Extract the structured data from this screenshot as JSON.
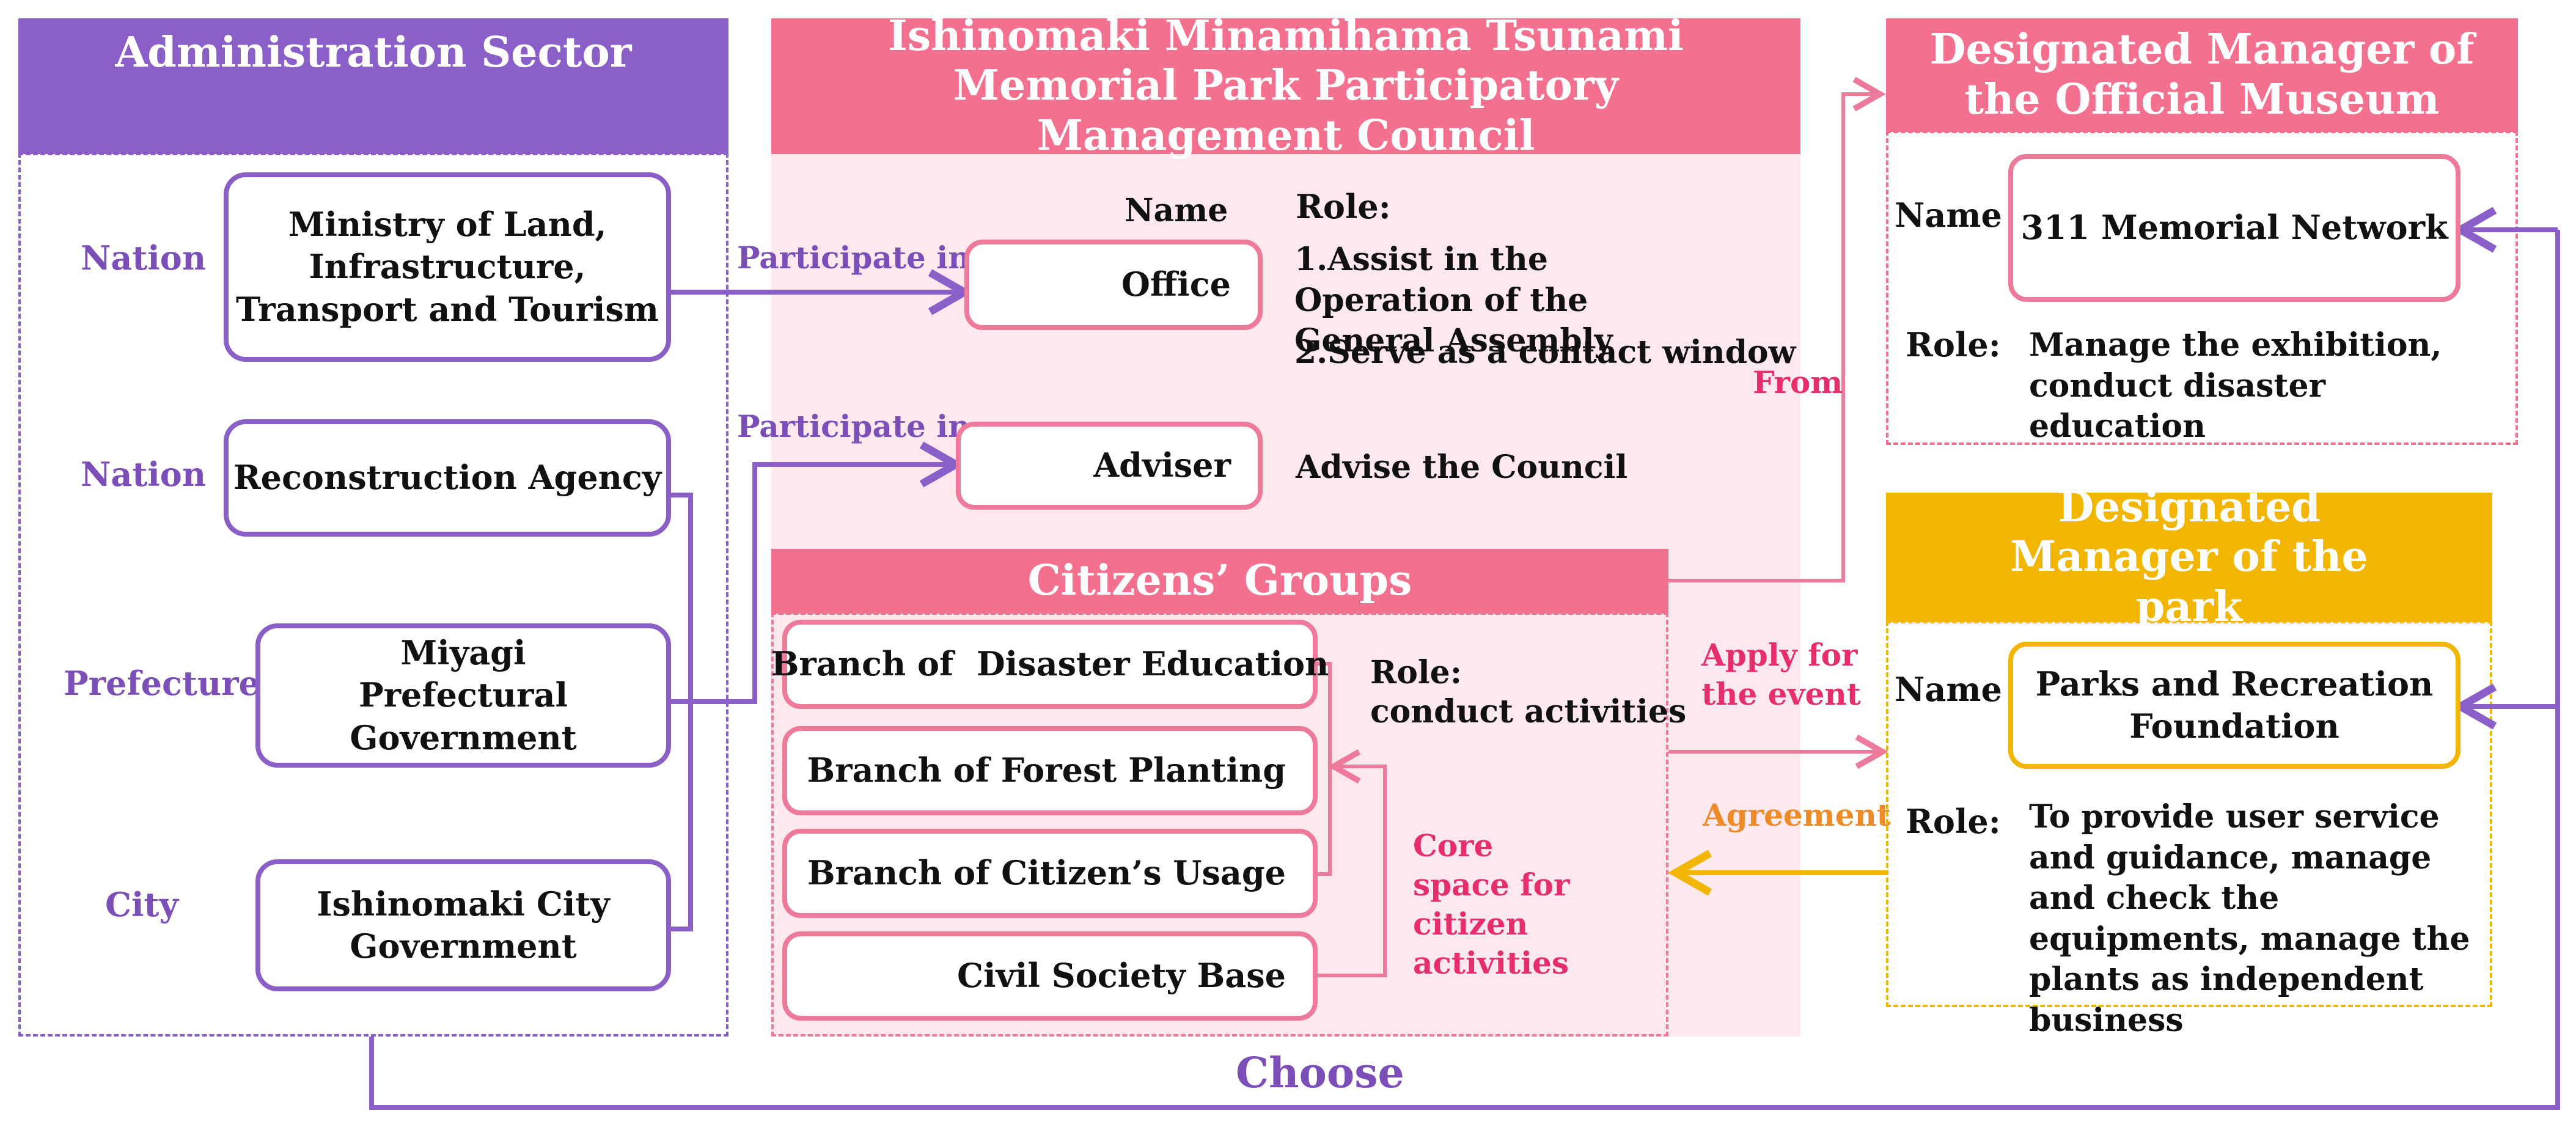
{
  "admin": {
    "title": "Administration Sector",
    "level_nation_1": "Nation",
    "level_nation_2": "Nation",
    "level_prefecture": "Prefecture",
    "level_city": "City",
    "ministry": "Ministry of Land, Infrastructure, Transport and Tourism",
    "reconstruction": "Reconstruction Agency",
    "miyagi": "Miyagi Prefectural Government",
    "ishinomaki": "Ishinomaki City Government"
  },
  "council": {
    "title": "Ishinomaki Minamihama Tsunami Memorial Park Participatory Management Council",
    "name_header": "Name",
    "role_header": "Role:",
    "office": "Office",
    "office_role_1": "1.Assist in the Operation of the General Assembly",
    "office_role_2": "2.Serve as a contact window",
    "adviser": "Adviser",
    "adviser_role": "Advise the Council",
    "participate_1": "Participate in",
    "participate_2": "Participate in"
  },
  "citizens": {
    "title": "Citizens’ Groups",
    "branch_education": "Branch of  Disaster Education",
    "branch_forest": "Branch of Forest Planting",
    "branch_usage": "Branch of Citizen’s Usage",
    "civil_base": "Civil Society Base",
    "role_label": "Role:",
    "role_text": "conduct activities",
    "core_space": "Core space for citizen activities"
  },
  "museum": {
    "title": "Designated Manager of the Official Museum",
    "name_label": "Name",
    "name_value": "311 Memorial Network",
    "role_label": "Role:",
    "role_text": "Manage the exhibition, conduct disaster education"
  },
  "park": {
    "title": "Designated Manager of the park",
    "name_label": "Name",
    "name_value": "Parks and Recreation Foundation",
    "role_label": "Role:",
    "role_text": "To provide user service and guidance, manage and check the equipments, manage the plants as independent business"
  },
  "flows": {
    "from": "From",
    "apply_event": "Apply for the event",
    "agreement": "Agreement",
    "choose": "Choose"
  },
  "colors": {
    "purple": "#8a60c8",
    "pink_header": "#f3708f",
    "pink_bg": "#fde8ee",
    "yellow": "#f2b600",
    "orange_text": "#ef8a28",
    "pink_text": "#e62e6a"
  }
}
